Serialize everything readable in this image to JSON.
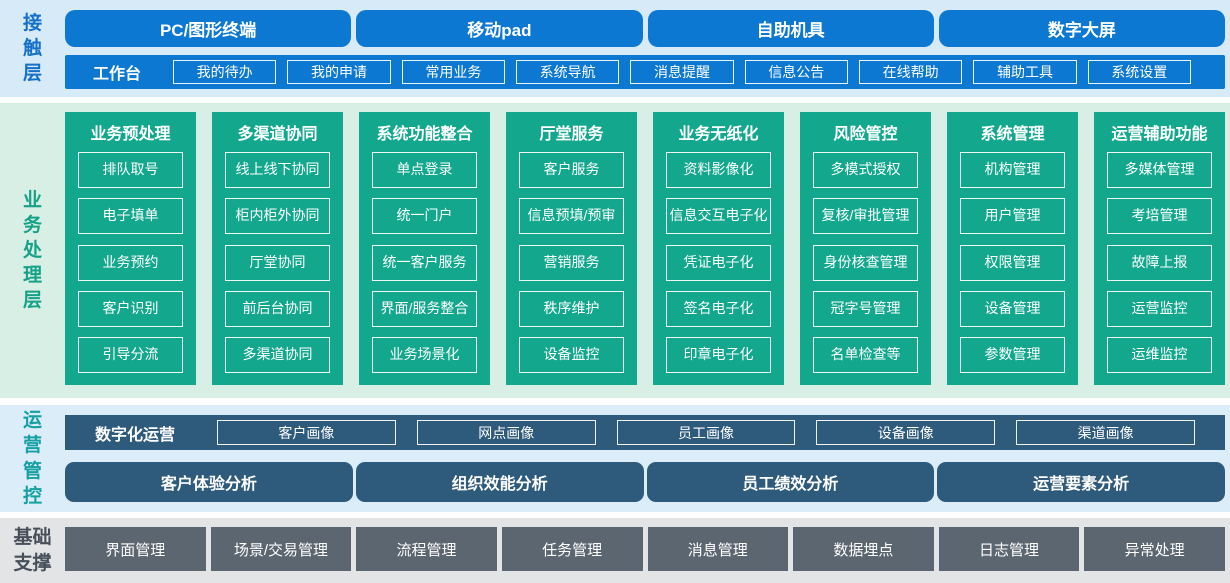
{
  "palette": {
    "contact_blue": "#0c78d2",
    "contact_band_bg": "#d7eaf8",
    "contact_label_color": "#1470c8",
    "business_green": "#13a88e",
    "business_band_bg": "#d8efe6",
    "business_label_color": "#16a286",
    "operations_slate": "#2e5a7c",
    "operations_band_bg": "#daedf9",
    "operations_label_color": "#16a0a2",
    "foundation_gray": "#5b6670",
    "foundation_band_bg": "#e3e4e6",
    "foundation_label_color": "#474f59",
    "box_border": "#ffffff",
    "box_text": "#ffffff"
  },
  "contact": {
    "label": "接触层",
    "terminals": [
      "PC/图形终端",
      "移动pad",
      "自助机具",
      "数字大屏"
    ],
    "workbench_label": "工作台",
    "workbench_items": [
      "我的待办",
      "我的申请",
      "常用业务",
      "系统导航",
      "消息提醒",
      "信息公告",
      "在线帮助",
      "辅助工具",
      "系统设置"
    ]
  },
  "business": {
    "label": "业务处理层",
    "columns": [
      {
        "title": "业务预处理",
        "items": [
          "排队取号",
          "电子填单",
          "业务预约",
          "客户识别",
          "引导分流"
        ]
      },
      {
        "title": "多渠道协同",
        "items": [
          "线上线下协同",
          "柜内柜外协同",
          "厅堂协同",
          "前后台协同",
          "多渠道协同"
        ]
      },
      {
        "title": "系统功能整合",
        "items": [
          "单点登录",
          "统一门户",
          "统一客户服务",
          "界面/服务整合",
          "业务场景化"
        ]
      },
      {
        "title": "厅堂服务",
        "items": [
          "客户服务",
          "信息预填/预审",
          "营销服务",
          "秩序维护",
          "设备监控"
        ]
      },
      {
        "title": "业务无纸化",
        "items": [
          "资料影像化",
          "信息交互电子化",
          "凭证电子化",
          "签名电子化",
          "印章电子化"
        ]
      },
      {
        "title": "风险管控",
        "items": [
          "多模式授权",
          "复核/审批管理",
          "身份核查管理",
          "冠字号管理",
          "名单检查等"
        ]
      },
      {
        "title": "系统管理",
        "items": [
          "机构管理",
          "用户管理",
          "权限管理",
          "设备管理",
          "参数管理"
        ]
      },
      {
        "title": "运营辅助功能",
        "items": [
          "多媒体管理",
          "考培管理",
          "故障上报",
          "运营监控",
          "运维监控"
        ]
      }
    ]
  },
  "operations": {
    "label": "运营管控",
    "digital_label": "数字化运营",
    "profiles": [
      "客户画像",
      "网点画像",
      "员工画像",
      "设备画像",
      "渠道画像"
    ],
    "analyses": [
      "客户体验分析",
      "组织效能分析",
      "员工绩效分析",
      "运营要素分析"
    ]
  },
  "foundation": {
    "label": "基础支撑",
    "items": [
      "界面管理",
      "场景/交易管理",
      "流程管理",
      "任务管理",
      "消息管理",
      "数据埋点",
      "日志管理",
      "异常处理"
    ]
  }
}
